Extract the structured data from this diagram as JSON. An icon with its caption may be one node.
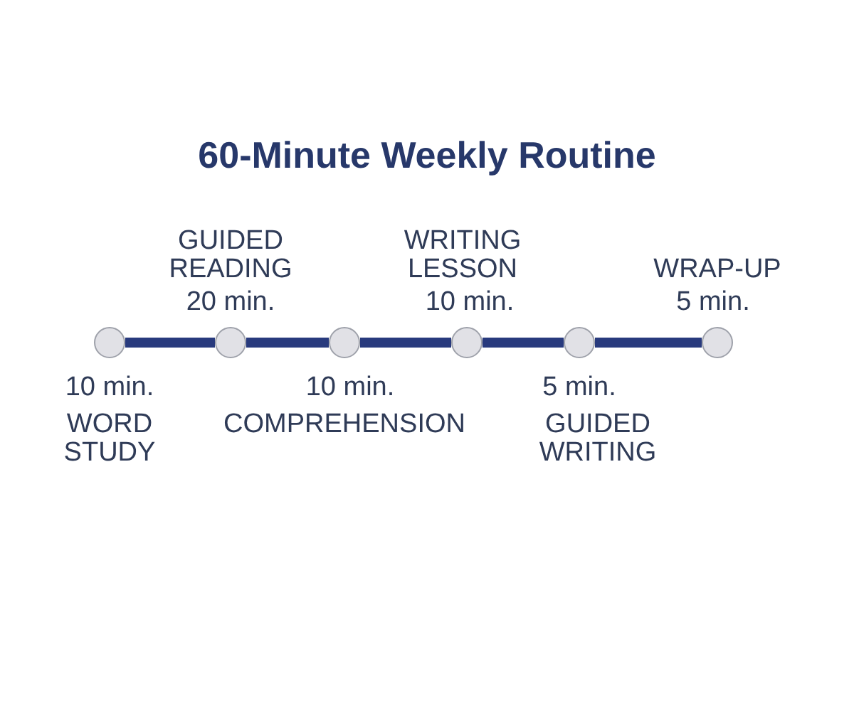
{
  "diagram": {
    "title": "60-Minute Weekly Routine",
    "nodes": [
      {
        "text": [],
        "shape": "circle",
        "beside": [
          "10 min.",
          "WORD STUDY"
        ]
      },
      {
        "text": [],
        "shape": "circle",
        "beside": [
          "GUIDED READING",
          "20 min."
        ]
      },
      {
        "text": [],
        "shape": "circle",
        "beside": [
          "10 min.",
          "COMPREHENSION"
        ]
      },
      {
        "text": [],
        "shape": "circle",
        "beside": [
          "WRITING LESSON",
          "10 min."
        ]
      },
      {
        "text": [],
        "shape": "circle",
        "beside": [
          "5 min.",
          "GUIDED WRITING"
        ]
      },
      {
        "text": [],
        "shape": "circle",
        "beside": [
          "WRAP-UP",
          "5 min."
        ]
      }
    ],
    "edges": [
      {
        "from": 0,
        "to": 1,
        "arrow": "none"
      },
      {
        "from": 1,
        "to": 2,
        "arrow": "none"
      },
      {
        "from": 2,
        "to": 3,
        "arrow": "none"
      },
      {
        "from": 3,
        "to": 4,
        "arrow": "none"
      },
      {
        "from": 4,
        "to": 5,
        "arrow": "none"
      }
    ]
  }
}
